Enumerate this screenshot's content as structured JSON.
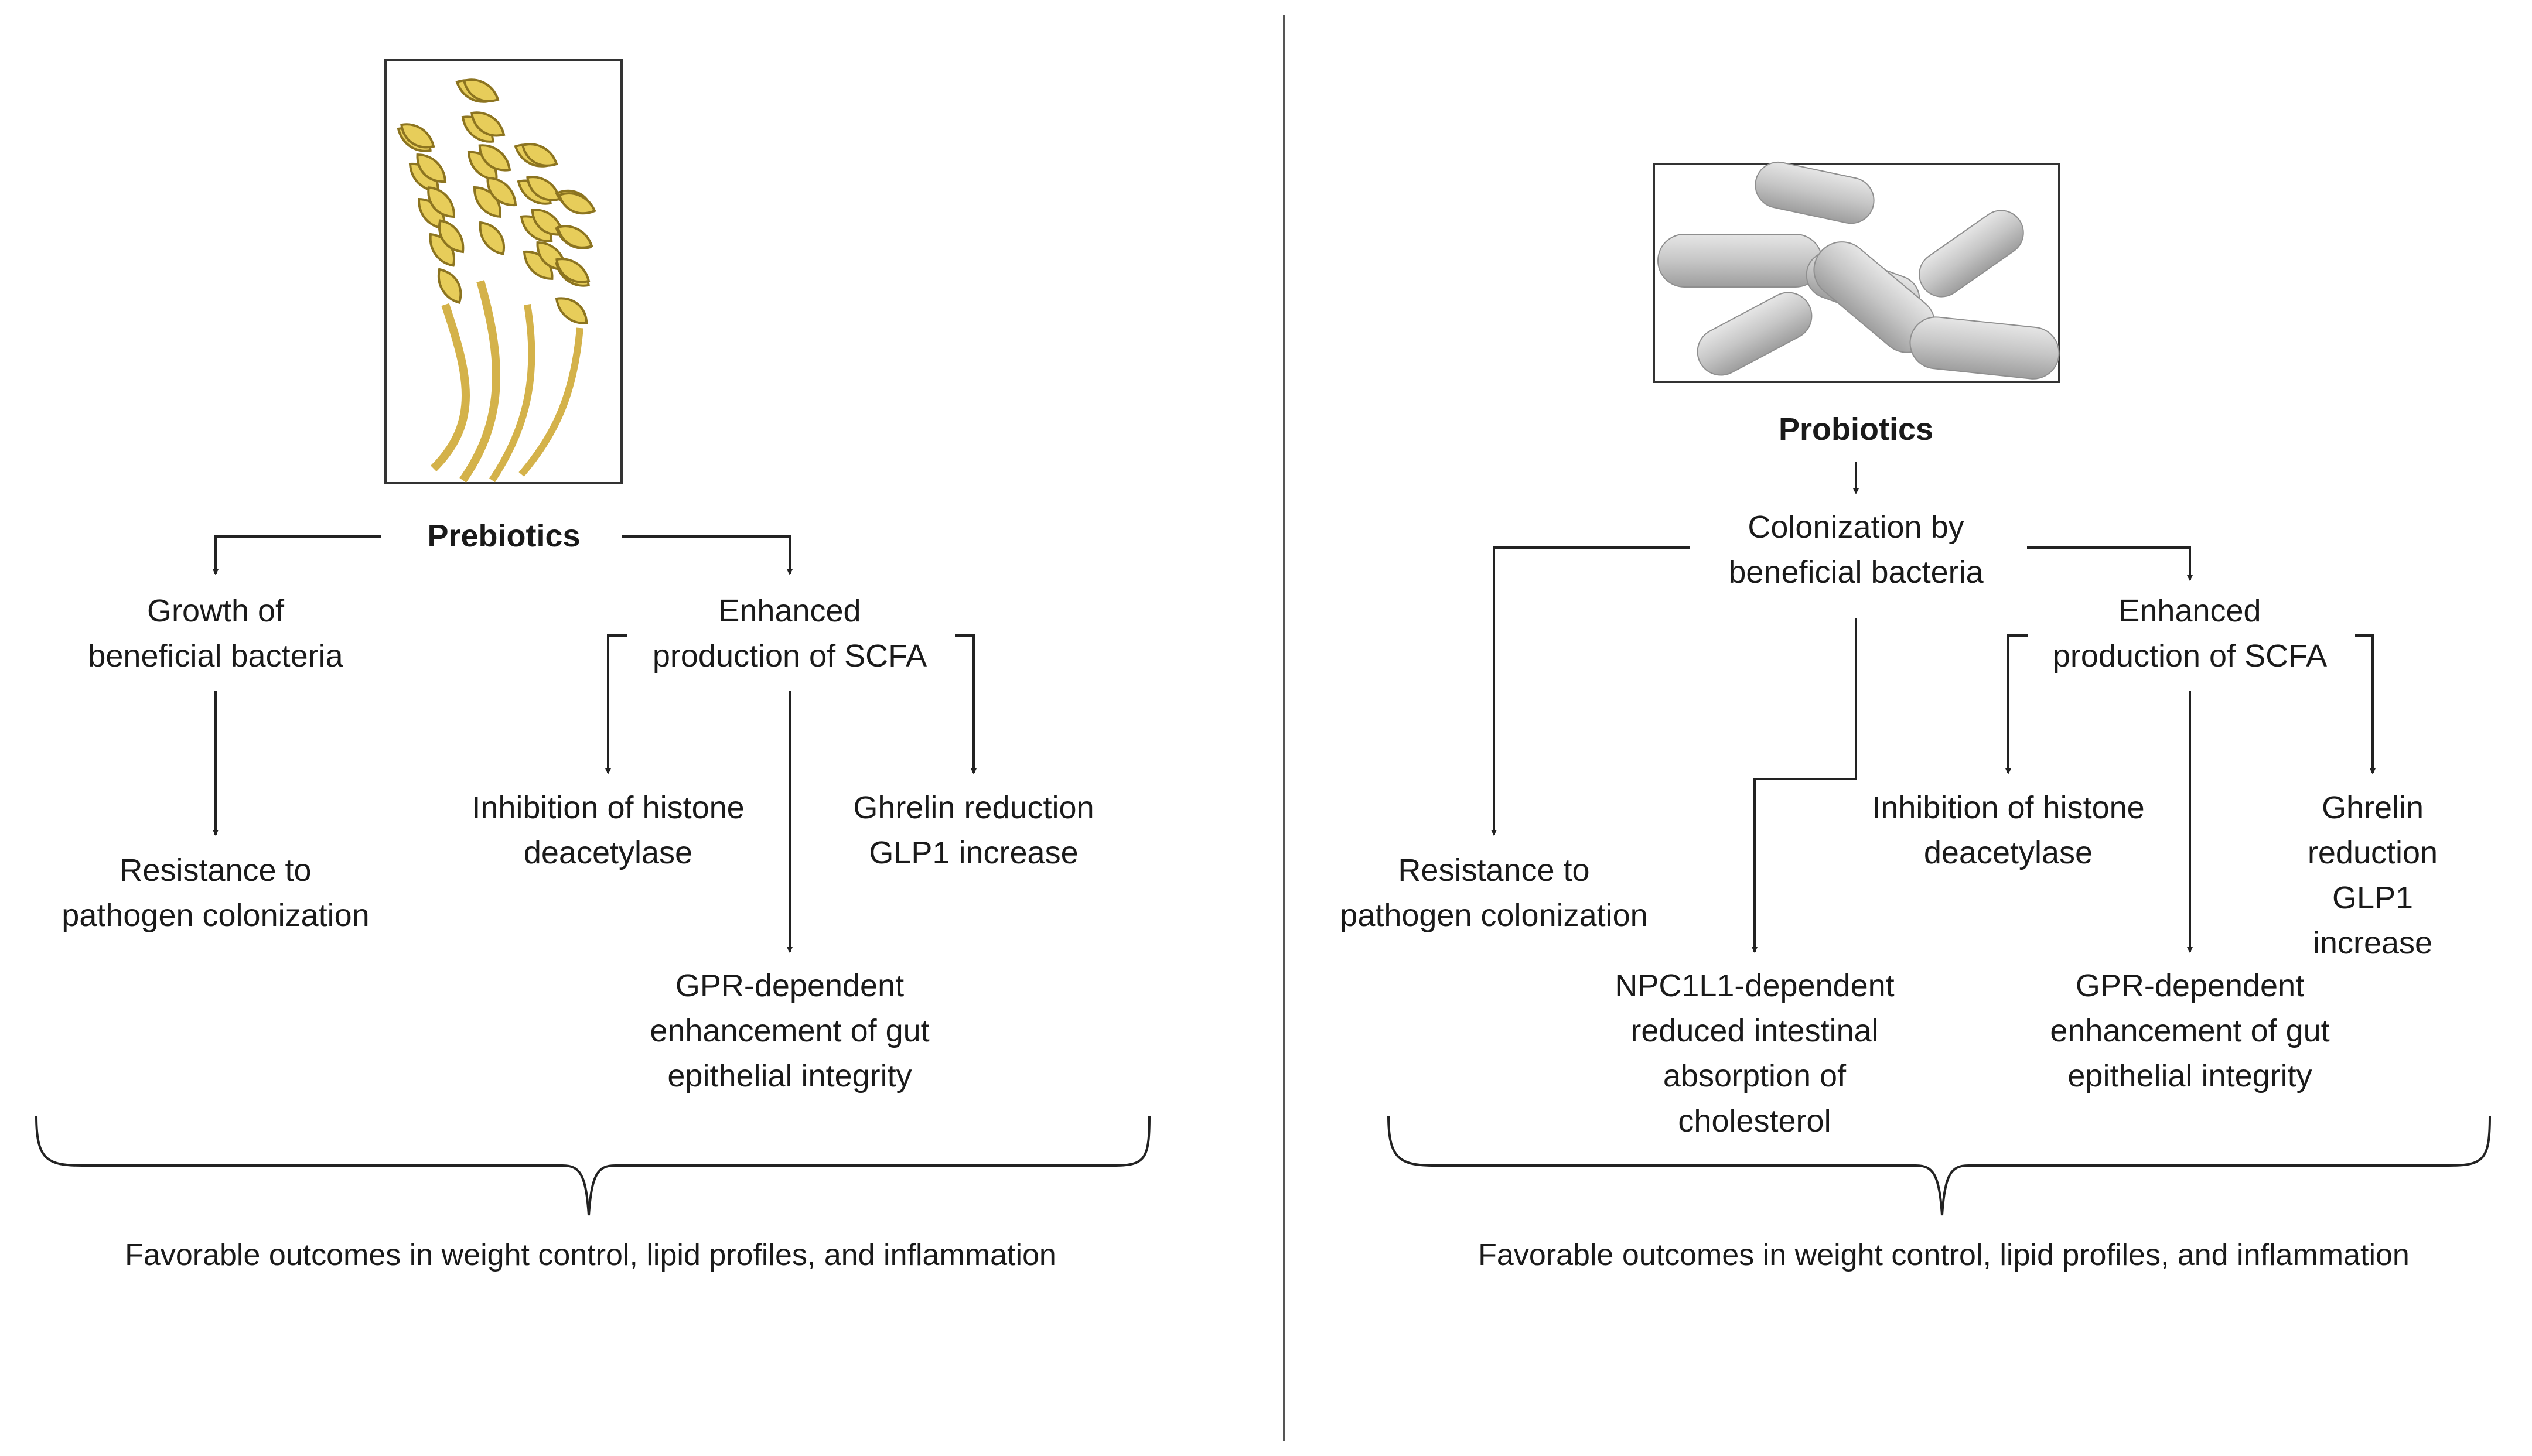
{
  "left_panel": {
    "title": "Prebiotics",
    "image_icon": "wheat-ears-icon",
    "growth": "Growth of\nbeneficial bacteria",
    "resistance": "Resistance to\npathogen colonization",
    "scfa": "Enhanced\nproduction of SCFA",
    "histone": "Inhibition of histone\ndeacetylase",
    "ghrelin": "Ghrelin reduction\nGLP1 increase",
    "gpr": "GPR-dependent\nenhancement of gut\nepithelial integrity",
    "outcome": "Favorable outcomes in weight control, lipid profiles, and inflammation"
  },
  "right_panel": {
    "title": "Probiotics",
    "image_icon": "rod-bacteria-icon",
    "colonization": "Colonization by\nbeneficial bacteria",
    "resistance": "Resistance to\npathogen colonization",
    "npc": "NPC1L1-dependent\nreduced intestinal\nabsorption of\ncholesterol",
    "scfa": "Enhanced\nproduction of SCFA",
    "histone": "Inhibition of histone\ndeacetylase",
    "ghrelin": "Ghrelin reduction\nGLP1 increase",
    "gpr": "GPR-dependent\nenhancement of gut\nepithelial integrity",
    "outcome": "Favorable outcomes in weight control, lipid profiles, and inflammation"
  },
  "colors": {
    "line": "#222222",
    "divider": "#555555",
    "wheat_fill": "#e7cd5a",
    "wheat_stroke": "#8c7420",
    "bacteria_fill": "#c9c9c9"
  }
}
